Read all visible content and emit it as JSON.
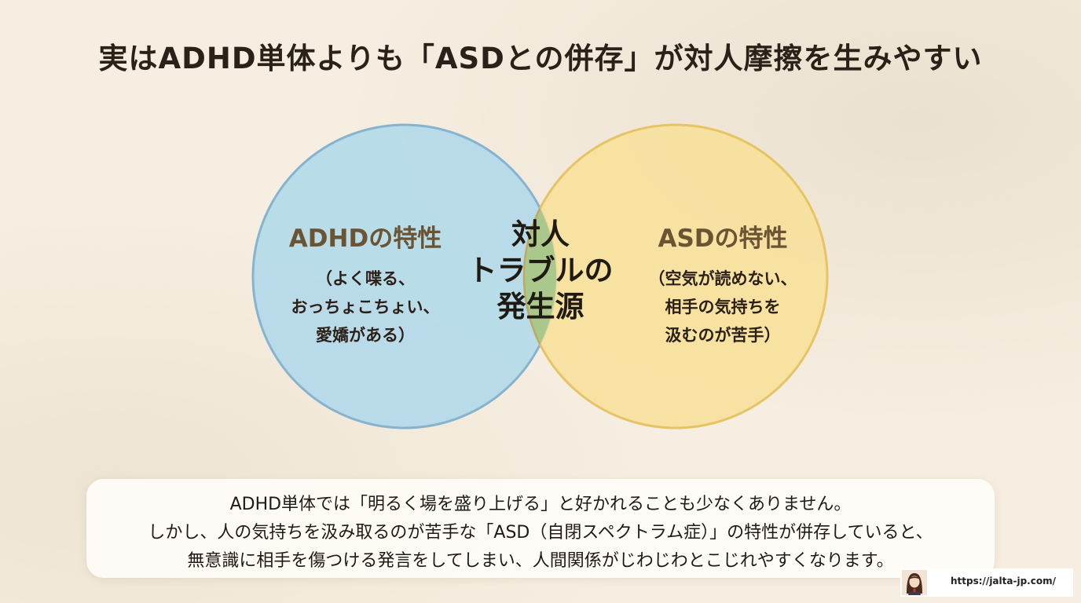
{
  "title": "実はADHD単体よりも「ASDとの併存」が対人摩擦を生みやすい",
  "venn": {
    "left": {
      "heading": "ADHDの特性",
      "lines": [
        "（よく喋る、",
        "おっちょこちょい、",
        "愛嬌がある）"
      ],
      "color": "#a9d3e6"
    },
    "right": {
      "heading": "ASDの特性",
      "lines": [
        "（空気が読めない、",
        "相手の気持ちを",
        "汲むのが苦手）"
      ],
      "color": "#f6dd8c"
    },
    "overlap": {
      "lines": [
        "対人",
        "トラブルの",
        "発生源"
      ],
      "color": "#a8c58a"
    }
  },
  "note": {
    "lines": [
      "ADHD単体では「明るく場を盛り上げる」と好かれることも少なくありません。",
      "しかし、人の気持ちを汲み取るのが苦手な「ASD（自閉スペクトラム症）」の特性が併存していると、",
      "無意識に相手を傷つける発言をしてしまい、人間関係がじわじわとこじれやすくなります。"
    ]
  },
  "credit": {
    "url": "https://jalta-jp.com/"
  }
}
